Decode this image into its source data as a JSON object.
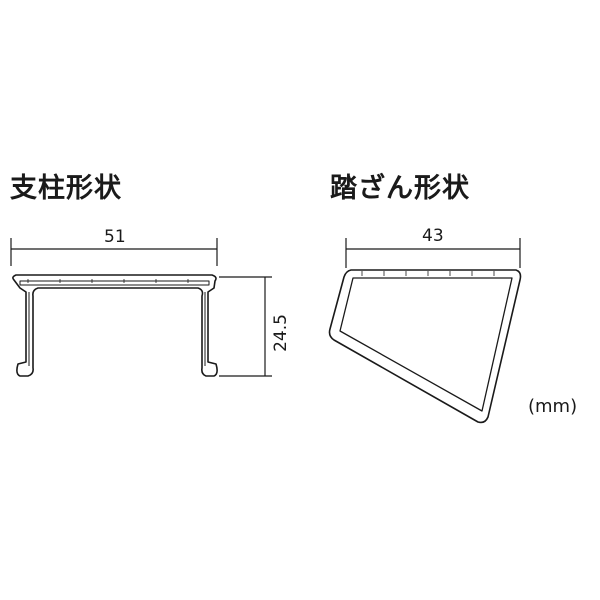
{
  "pillar": {
    "title": "支柱形状",
    "width_label": "51",
    "height_label": "24.5"
  },
  "step": {
    "title": "踏ざん形状",
    "width_label": "43"
  },
  "unit_label": "(mm)"
}
